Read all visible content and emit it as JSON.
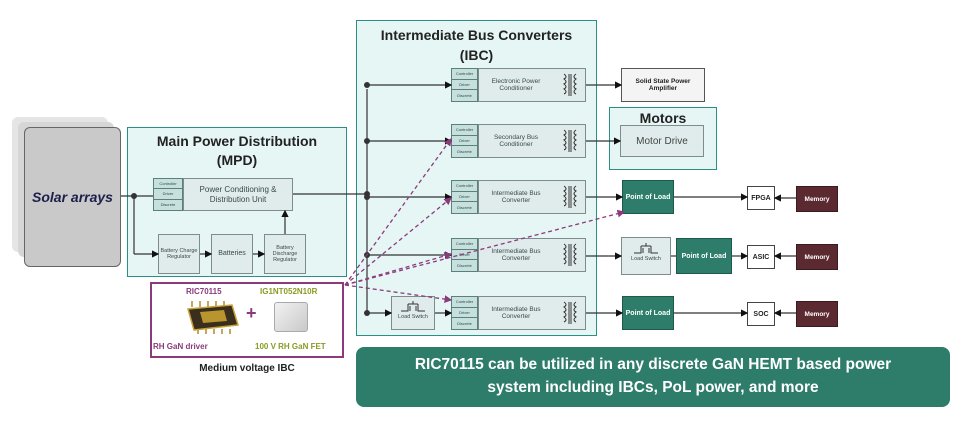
{
  "ibc": {
    "title_line1": "Intermediate Bus Converters",
    "title_line2": "(IBC)"
  },
  "mpd": {
    "title_line1": "Main Power Distribution",
    "title_line2": "(MPD)"
  },
  "solar": {
    "label": "Solar arrays"
  },
  "cdd": {
    "line1": "Controller",
    "line2": "Driver",
    "line3": "Discrete"
  },
  "mpd_blocks": {
    "pcdu": "Power Conditioning & Distribution Unit",
    "charge": "Battery Charge Regulator",
    "batteries": "Batteries",
    "discharge": "Battery Discharge Regulator"
  },
  "ibc_rows": [
    {
      "label": "Electronic Power Conditioner"
    },
    {
      "label": "Secondary Bus Conditioner"
    },
    {
      "label": "Intermediate Bus Converter"
    },
    {
      "label": "Intermediate Bus Converter"
    },
    {
      "label": "Intermediate Bus Converter"
    }
  ],
  "outputs": {
    "sspa": "Solid State Power Amplifier",
    "motors_title": "Motors",
    "motor_drive": "Motor Drive",
    "pol": "Point of Load",
    "load_switch": "Load Switch",
    "fpga": "FPGA",
    "asic": "ASIC",
    "soc": "SOC",
    "memory": "Memory"
  },
  "product": {
    "ic_part": "RIC70115",
    "ic_desc": "RH GaN driver",
    "fet_part": "IG1NT052N10R",
    "fet_desc": "100 V RH GaN FET",
    "plus": "+",
    "caption": "Medium voltage IBC"
  },
  "callout": {
    "line1": "RIC70115 can be utilized in any discrete GaN HEMT based power",
    "line2": "system including IBCs, PoL power, and more"
  },
  "colors": {
    "panel": "#e6f6f5",
    "teal": "#2a8f86",
    "green_block": "#2d7d6a",
    "memory": "#5b2a31",
    "purple": "#8b3a7c",
    "callout": "#2e7d6b"
  }
}
